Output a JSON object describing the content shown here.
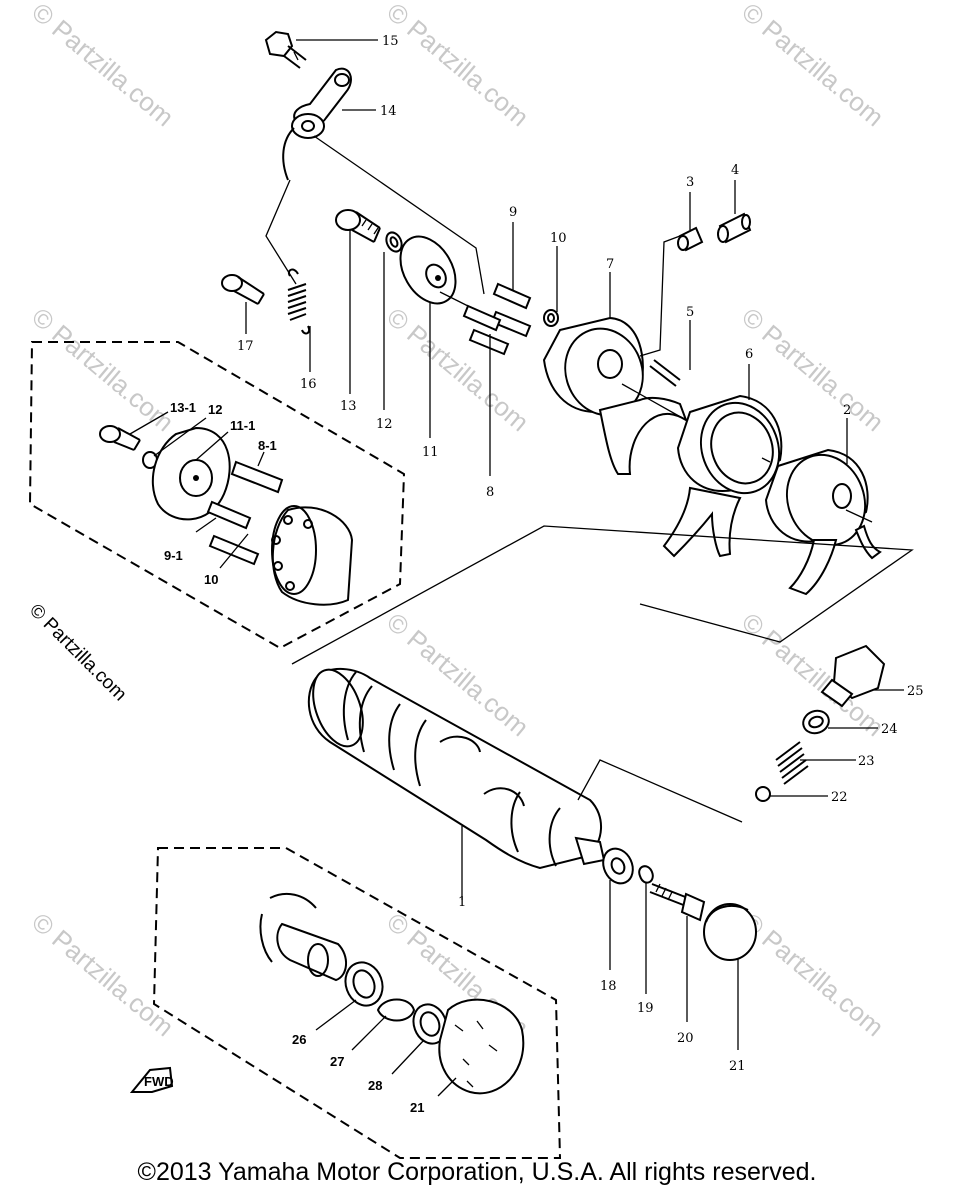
{
  "watermark": "© Partzilla.com",
  "side_watermark": "© Partzilla.com",
  "copyright": "©2013 Yamaha Motor Corporation, U.S.A. All rights reserved.",
  "fwd_label": "FWD",
  "callouts": {
    "c1": "1",
    "c2": "2",
    "c3": "3",
    "c4": "4",
    "c5": "5",
    "c6": "6",
    "c7": "7",
    "c8": "8",
    "c9": "9",
    "c10": "10",
    "c11": "11",
    "c12": "12",
    "c13": "13",
    "c14": "14",
    "c15": "15",
    "c16": "16",
    "c17": "17",
    "c18": "18",
    "c19": "19",
    "c20": "20",
    "c21": "21",
    "c22": "22",
    "c23": "23",
    "c24": "24",
    "c25": "25",
    "i13_1": "13-1",
    "i12": "12",
    "i11_1": "11-1",
    "i8_1": "8-1",
    "i9_1": "9-1",
    "i10": "10",
    "i26": "26",
    "i27": "27",
    "i28": "28",
    "i21": "21"
  }
}
